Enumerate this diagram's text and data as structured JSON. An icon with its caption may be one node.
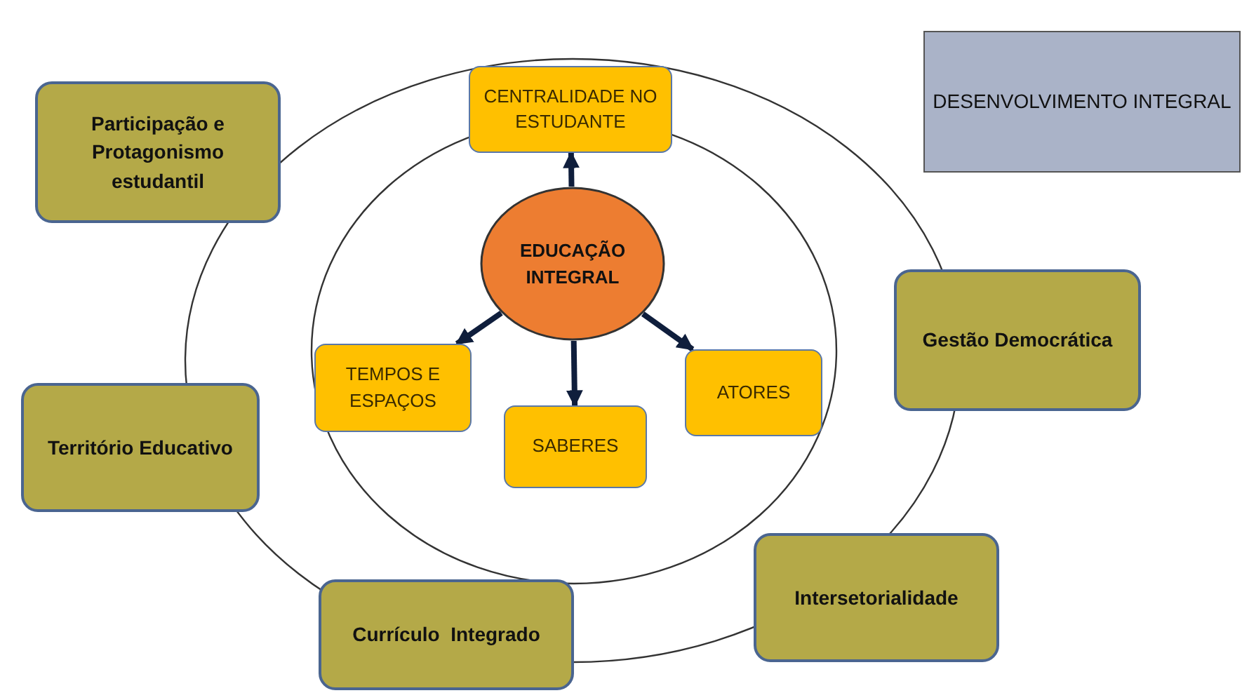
{
  "diagram": {
    "nodes": [
      {
        "text": [
          "CENTRALIDADE NO ESTUDANTE"
        ]
      },
      {
        "text": [
          "Participação e Protagonismo estudantil"
        ]
      },
      {
        "text": [
          "DESENVOLVIMENTO INTEGRAL"
        ]
      },
      {
        "text": [
          "EDUCAÇÃO INTEGRAL"
        ]
      },
      {
        "text": [
          "Gestão Democrática"
        ]
      },
      {
        "text": [
          "TEMPOS E ESPAÇOS"
        ]
      },
      {
        "text": [
          "ATORES"
        ]
      },
      {
        "text": [
          "Território Educativo"
        ]
      },
      {
        "text": [
          "SABERES"
        ]
      },
      {
        "text": [
          "Intersetorialidade"
        ]
      },
      {
        "text": [
          "Currículo  Integrado"
        ]
      }
    ],
    "edges": [
      {
        "from": 3,
        "to": 0,
        "arrow": "to"
      },
      {
        "from": 3,
        "to": 5,
        "arrow": "to"
      },
      {
        "from": 3,
        "to": 8,
        "arrow": "to"
      },
      {
        "from": 3,
        "to": 6,
        "arrow": "to"
      }
    ]
  }
}
